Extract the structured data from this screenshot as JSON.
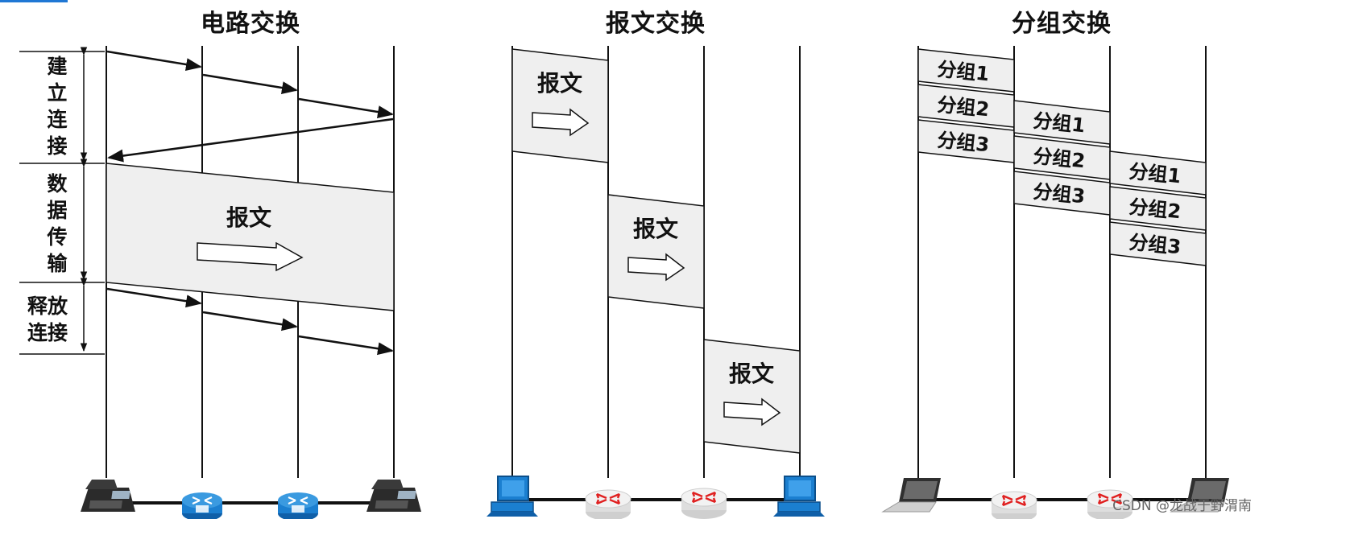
{
  "circuit": {
    "title": "电路交换",
    "phase_setup": "建立连接",
    "phase_transfer": "数据传输",
    "phase_release_line1": "释放",
    "phase_release_line2": "连接",
    "message": "报文",
    "devices": [
      "phone-icon",
      "router-blue-icon",
      "router-blue-icon",
      "phone-icon"
    ]
  },
  "message_switching": {
    "title": "报文交换",
    "message": "报文",
    "devices": [
      "computer-icon",
      "router-icon",
      "router-icon",
      "computer-icon"
    ]
  },
  "packet_switching": {
    "title": "分组交换",
    "packets": [
      "分组1",
      "分组2",
      "分组3"
    ],
    "devices": [
      "laptop-icon",
      "router-icon",
      "router-icon",
      "laptop-icon"
    ]
  },
  "colors": {
    "block_fill": "#efefef",
    "line": "#111111",
    "router_red": "#e02020",
    "device_blue": "#1b7fd0"
  },
  "watermark": "CSDN @龙战于野渭南"
}
